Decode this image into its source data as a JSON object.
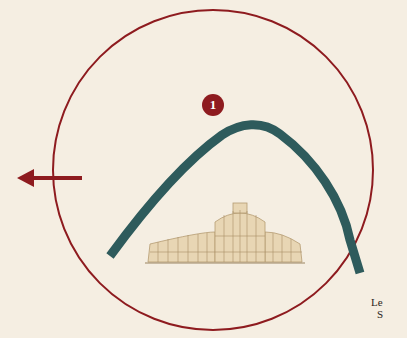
{
  "diagram": {
    "labels": [
      "1",
      "Le",
      "S"
    ]
  }
}
